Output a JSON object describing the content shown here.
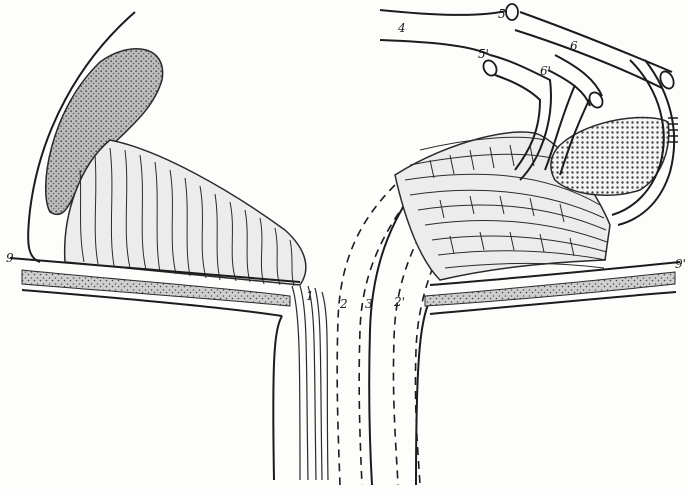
{
  "figure": {
    "labels": [
      "1",
      "2",
      "3",
      "2'",
      "4",
      "5",
      "5'",
      "6",
      "6'",
      "9",
      "9'"
    ],
    "colors": {
      "ink": "#1c1c1c",
      "paper": "#fdfdfb",
      "stipple": "#8a8a8a"
    }
  }
}
